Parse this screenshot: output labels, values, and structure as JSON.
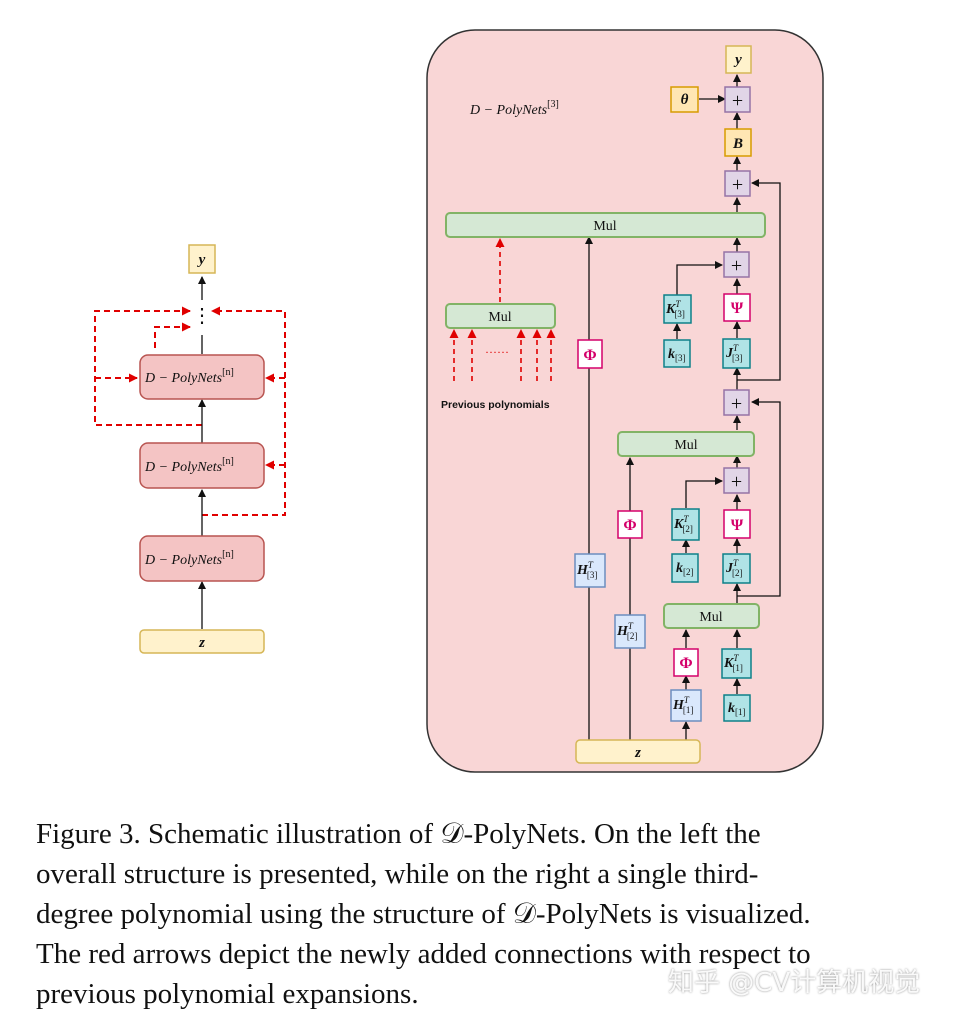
{
  "left": {
    "y_label": "y",
    "dots": "⋮",
    "block_label": "D − PolyNets",
    "block_superscript": "[n]",
    "z_label": "z"
  },
  "right": {
    "title": "D − PolyNets",
    "title_superscript": "[3]",
    "y_label": "y",
    "theta_label": "θ",
    "b_label": "B",
    "mul_label": "Mul",
    "plus_symbol": "+",
    "phi_symbol": "Φ",
    "psi_symbol": "Ψ",
    "z_label": "z",
    "previous_polynomials": "Previous polynomials",
    "dots": "······",
    "K3": "K",
    "K3_sup": "T",
    "K3_sub": "[3]",
    "k3": "k",
    "k3_sub": "[3]",
    "J3": "J",
    "J3_sup": "T",
    "J3_sub": "[3]",
    "H3": "H",
    "H3_sup": "T",
    "H3_sub": "[3]",
    "K2": "K",
    "K2_sup": "T",
    "K2_sub": "[2]",
    "k2": "k",
    "k2_sub": "[2]",
    "J2": "J",
    "J2_sup": "T",
    "J2_sub": "[2]",
    "H2": "H",
    "H2_sup": "T",
    "H2_sub": "[2]",
    "K1": "K",
    "K1_sup": "T",
    "K1_sub": "[1]",
    "k1": "k",
    "k1_sub": "[1]",
    "H1": "H",
    "H1_sup": "T",
    "H1_sub": "[1]"
  },
  "colors": {
    "panel_bg": "#f9d6d6",
    "panel_border": "#333333",
    "block_fill": "#f4c4c4",
    "block_stroke": "#b85450",
    "yellow_fill": "#fff2cc",
    "yellow_stroke": "#d6b656",
    "orange_fill": "#ffe6b3",
    "orange_stroke": "#d79b00",
    "green_fill": "#d5e8d4",
    "green_stroke": "#82b366",
    "purple_fill": "#e1d5e7",
    "purple_stroke": "#9673a6",
    "teal_fill": "#b0e3e6",
    "teal_stroke": "#0e8088",
    "blue_fill": "#dae8fc",
    "blue_stroke": "#6c8ebf",
    "red_arrow": "#e00000",
    "phi_color": "#d4006a"
  },
  "caption": {
    "line1": "Figure 3.  Schematic illustration of 𝒟-PolyNets.  On the left the",
    "line2": "overall structure is presented, while on the right a single third-",
    "line3": "degree polynomial using the structure of 𝒟-PolyNets is visualized.",
    "line4": "The red arrows depict the newly added connections with respect to",
    "line5": "previous polynomial expansions."
  },
  "watermark": "知乎 @CV计算机视觉"
}
